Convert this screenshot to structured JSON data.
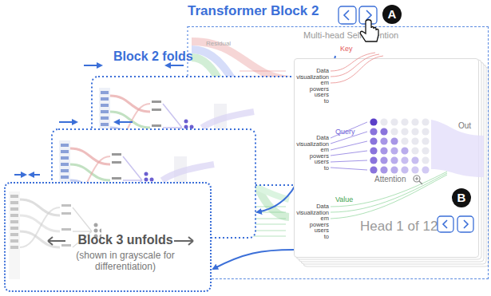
{
  "diagram": {
    "nodes": [
      {
        "text": [
          "Transformer Block 2",
          "Multi-head Self Attention"
        ]
      },
      {
        "text": [
          "Head 1 of 12"
        ],
        "in": 0
      },
      {
        "text": [
          "Block 3 unfolds",
          "(shown in grayscale for differentiation)"
        ]
      },
      {
        "text": [
          "A"
        ]
      },
      {
        "text": [
          "B"
        ]
      }
    ],
    "edges": [
      {
        "from": 1,
        "to": 2,
        "arrow": "to"
      }
    ],
    "labels": [
      "Residual",
      "Block 2 folds",
      "Key",
      "Data",
      "visualization",
      "em",
      "powers",
      "users",
      "to",
      "Query",
      "Data",
      "visualization",
      "em",
      "powers",
      "users",
      "to",
      "Value",
      "Data",
      "visualization",
      "em",
      "powers",
      "users",
      "to",
      "Attention",
      "Out"
    ]
  }
}
